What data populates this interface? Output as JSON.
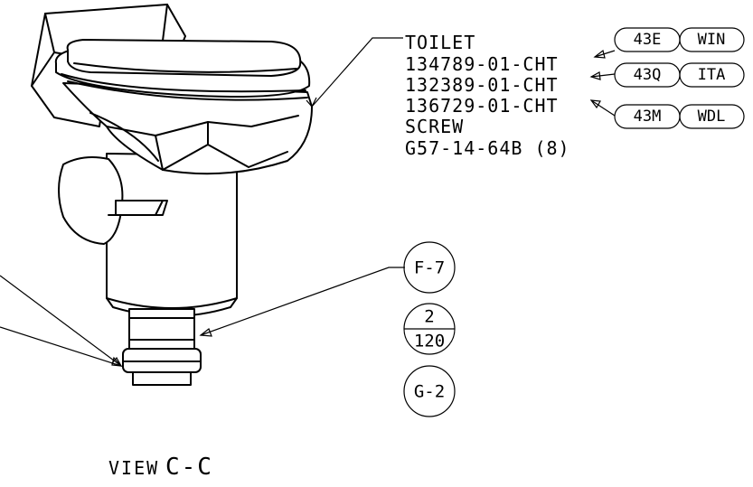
{
  "callout": {
    "lines": [
      "TOILET",
      "134789-01-CHT",
      "132389-01-CHT",
      "136729-01-CHT",
      "SCREW",
      "G57-14-64B (8)"
    ]
  },
  "effectivity_tags": [
    {
      "left": "43E",
      "right": "WIN"
    },
    {
      "left": "43Q",
      "right": "ITA"
    },
    {
      "left": "43M",
      "right": "WDL"
    }
  ],
  "reference_circles": {
    "top": "F-7",
    "split_top": "2",
    "split_bottom": "120",
    "bottom": "G-2"
  },
  "view_label": {
    "prefix": "VIEW",
    "section": "C-C"
  }
}
